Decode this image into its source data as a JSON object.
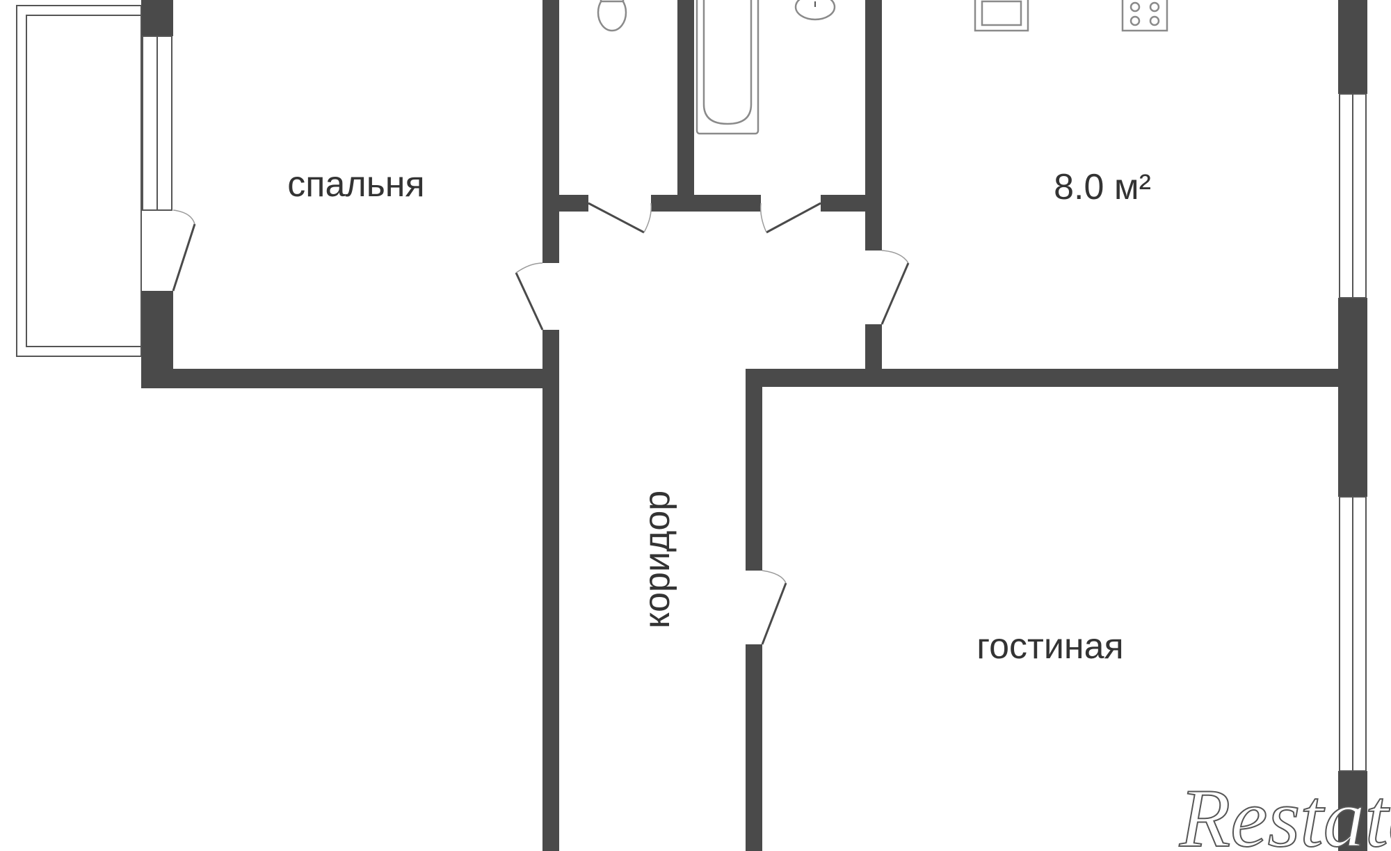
{
  "plan": {
    "rooms": {
      "bedroom": "спальня",
      "kitchen_area": "8.0 м²",
      "corridor": "коридор",
      "living_room": "гостиная"
    },
    "watermark": "Restate"
  },
  "colors": {
    "wall": "#4a4a4a",
    "background": "#ffffff",
    "label": "#333333"
  }
}
